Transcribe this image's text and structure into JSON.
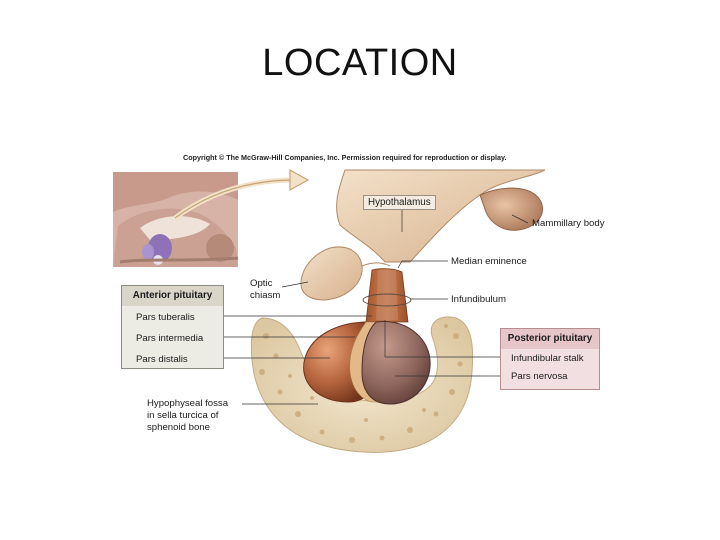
{
  "slide": {
    "title": "LOCATION"
  },
  "figure": {
    "copyright": "Copyright © The McGraw-Hill Companies, Inc. Permission required for reproduction or display.",
    "labels": {
      "hypothalamus": "Hypothalamus",
      "mammillary_body": "Mammillary body",
      "median_eminence": "Median eminence",
      "infundibulum": "Infundibulum",
      "optic_chiasm_line1": "Optic",
      "optic_chiasm_line2": "chiasm",
      "fossa_line1": "Hypophyseal fossa",
      "fossa_line2": "in sella turcica of",
      "fossa_line3": "sphenoid bone"
    },
    "anterior_pituitary": {
      "title": "Anterior pituitary",
      "items": [
        "Pars tuberalis",
        "Pars intermedia",
        "Pars distalis"
      ]
    },
    "posterior_pituitary": {
      "title": "Posterior pituitary",
      "items": [
        "Infundibular stalk",
        "Pars nervosa"
      ]
    }
  }
}
